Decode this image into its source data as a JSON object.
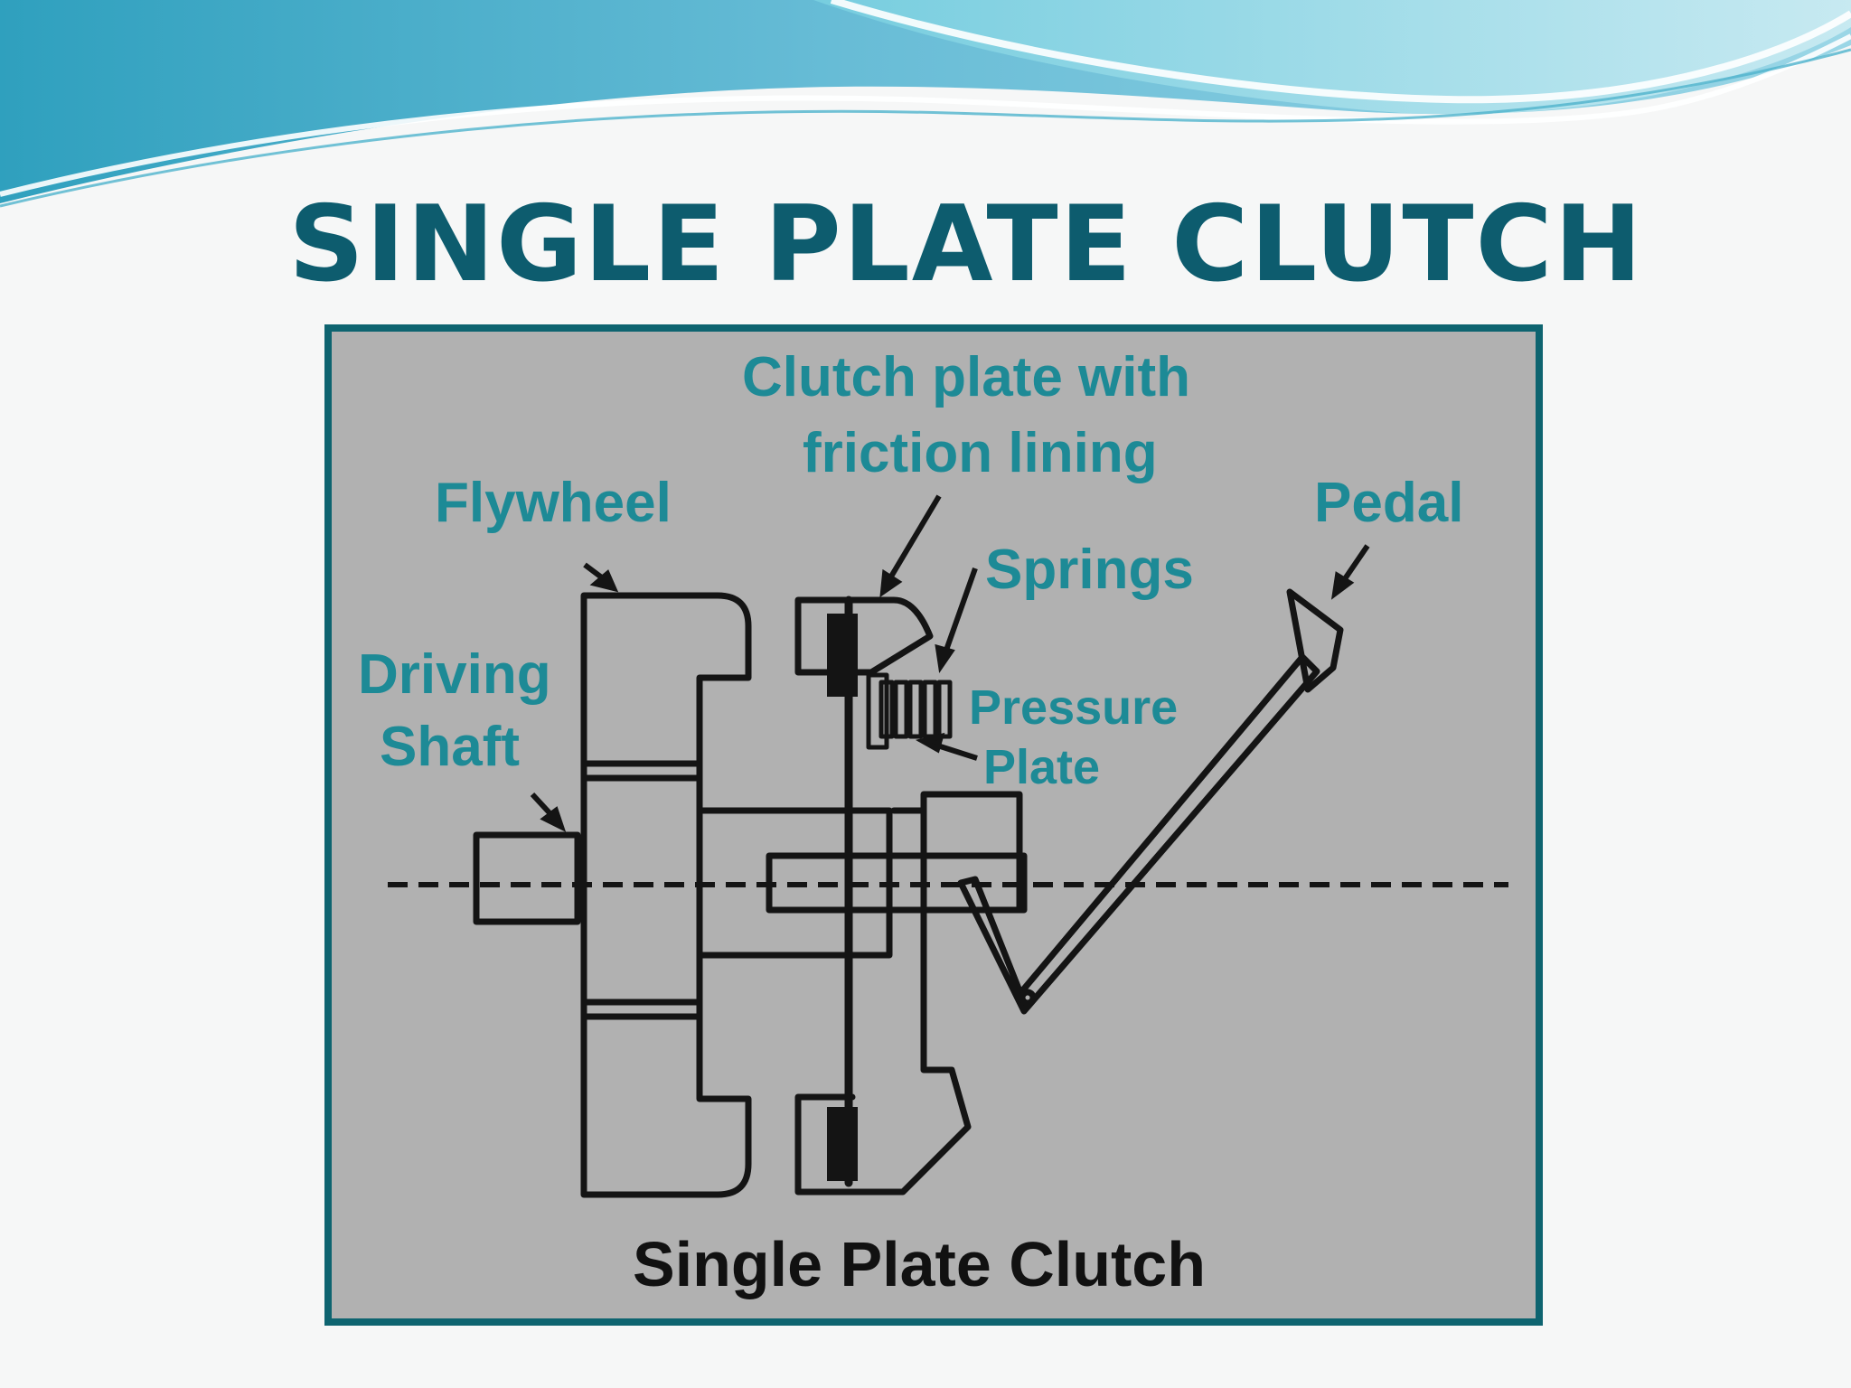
{
  "slide": {
    "title": "SINGLE PLATE CLUTCH"
  },
  "diagram": {
    "labels": {
      "clutch_plate_line1": "Clutch plate with",
      "clutch_plate_line2": "friction lining",
      "flywheel": "Flywheel",
      "pedal": "Pedal",
      "springs": "Springs",
      "driving_shaft_line1": "Driving",
      "driving_shaft_line2": "Shaft",
      "pressure_plate_line1": "Pressure",
      "pressure_plate_line2": "Plate"
    },
    "caption": "Single Plate Clutch"
  },
  "colors": {
    "title_text": "#0d5c6e",
    "label_text": "#1d8a96",
    "caption_text": "#111111",
    "diagram_background": "#b1b1b1",
    "diagram_border": "#0e6470",
    "line_art": "#141414",
    "header_wave_dark": "#3aa9c4",
    "header_wave_light": "#bfe6ef"
  }
}
